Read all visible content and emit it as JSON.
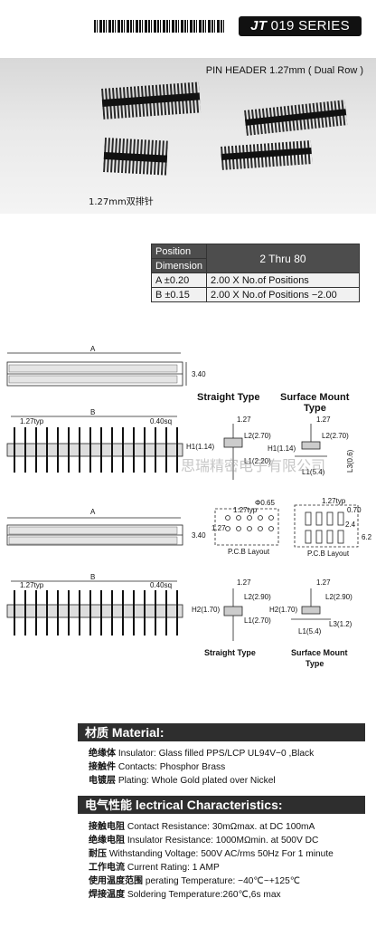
{
  "header": {
    "series_prefix": "JT",
    "series_rest": " 019 SERIES",
    "colors": {
      "band": "#111111",
      "section_bar": "#2e2e2e",
      "table_header": "#4d4d4d"
    }
  },
  "photo": {
    "title": "PIN HEADER 1.27mm ( Dual Row )",
    "caption": "1.27mm双排针"
  },
  "table": {
    "position_label": "Position",
    "dimension_label": "Dimension",
    "thru": "2 Thru 80",
    "rows": [
      {
        "name": "A ±0.20",
        "value": "2.00 X No.of Positions"
      },
      {
        "name": "B ±0.15",
        "value": "2.00 X No.of Positions −2.00"
      }
    ]
  },
  "drawing": {
    "label_a": "A",
    "label_b": "B",
    "dim_340": "3.40",
    "typ": "1.27typ",
    "sq": "0.40sq",
    "straight_type": "Straight Type",
    "smt_line1": "Surface Mount",
    "smt_line2": "Type",
    "d127": "1.27",
    "l2_270": "L2(2.70)",
    "h1": "H1(1.14)",
    "l1_220": "L1(2.20)",
    "l1_54": "L1(5.4)",
    "l3_06": "L3(0.6)",
    "phi": "Φ0.65",
    "pcb_typ": "1.27typ",
    "d070": "0.70",
    "d24": "2.4",
    "d62": "6.2",
    "pcb_layout": "P.C.B Layout",
    "l2_290": "L2(2.90)",
    "h2": "H2(1.70)",
    "l1_270": "L1(2.70)",
    "l3_12": "L3(1.2)",
    "l1_54b": "L1(5.4)",
    "straight_type_b": "Straight Type",
    "smt_b1": "Surface Mount",
    "smt_b2": "Type",
    "watermark": "思瑞精密电子有限公司"
  },
  "material": {
    "title_cn": "材质",
    "title_en": " Material:",
    "items": [
      {
        "k": "绝缘体",
        "v": " Insulator: Glass filled PPS/LCP  UL94V−0 ,Black"
      },
      {
        "k": "接触件",
        "v": " Contacts: Phosphor Brass"
      },
      {
        "k": "电镀层",
        "v": " Plating: Whole Gold plated over Nickel"
      }
    ]
  },
  "electrical": {
    "title_cn": "电气性能",
    "title_en": " lectrical Characteristics:",
    "items": [
      {
        "k": "接触电阻",
        "v": " Contact Resistance: 30mΩmax. at DC 100mA"
      },
      {
        "k": "绝缘电阻",
        "v": " Insulator Resistance: 1000MΩmin. at 500V DC"
      },
      {
        "k": "耐压",
        "v": " Withstanding Voltage: 500V AC/rms 50Hz For 1 minute"
      },
      {
        "k": "工作电流",
        "v": " Current Rating: 1 AMP"
      },
      {
        "k": "使用温度范围",
        "v": " perating Temperature: −40℃~+125℃"
      },
      {
        "k": "焊接温度",
        "v": " Soldering Temperature:260℃,6s max"
      }
    ]
  }
}
